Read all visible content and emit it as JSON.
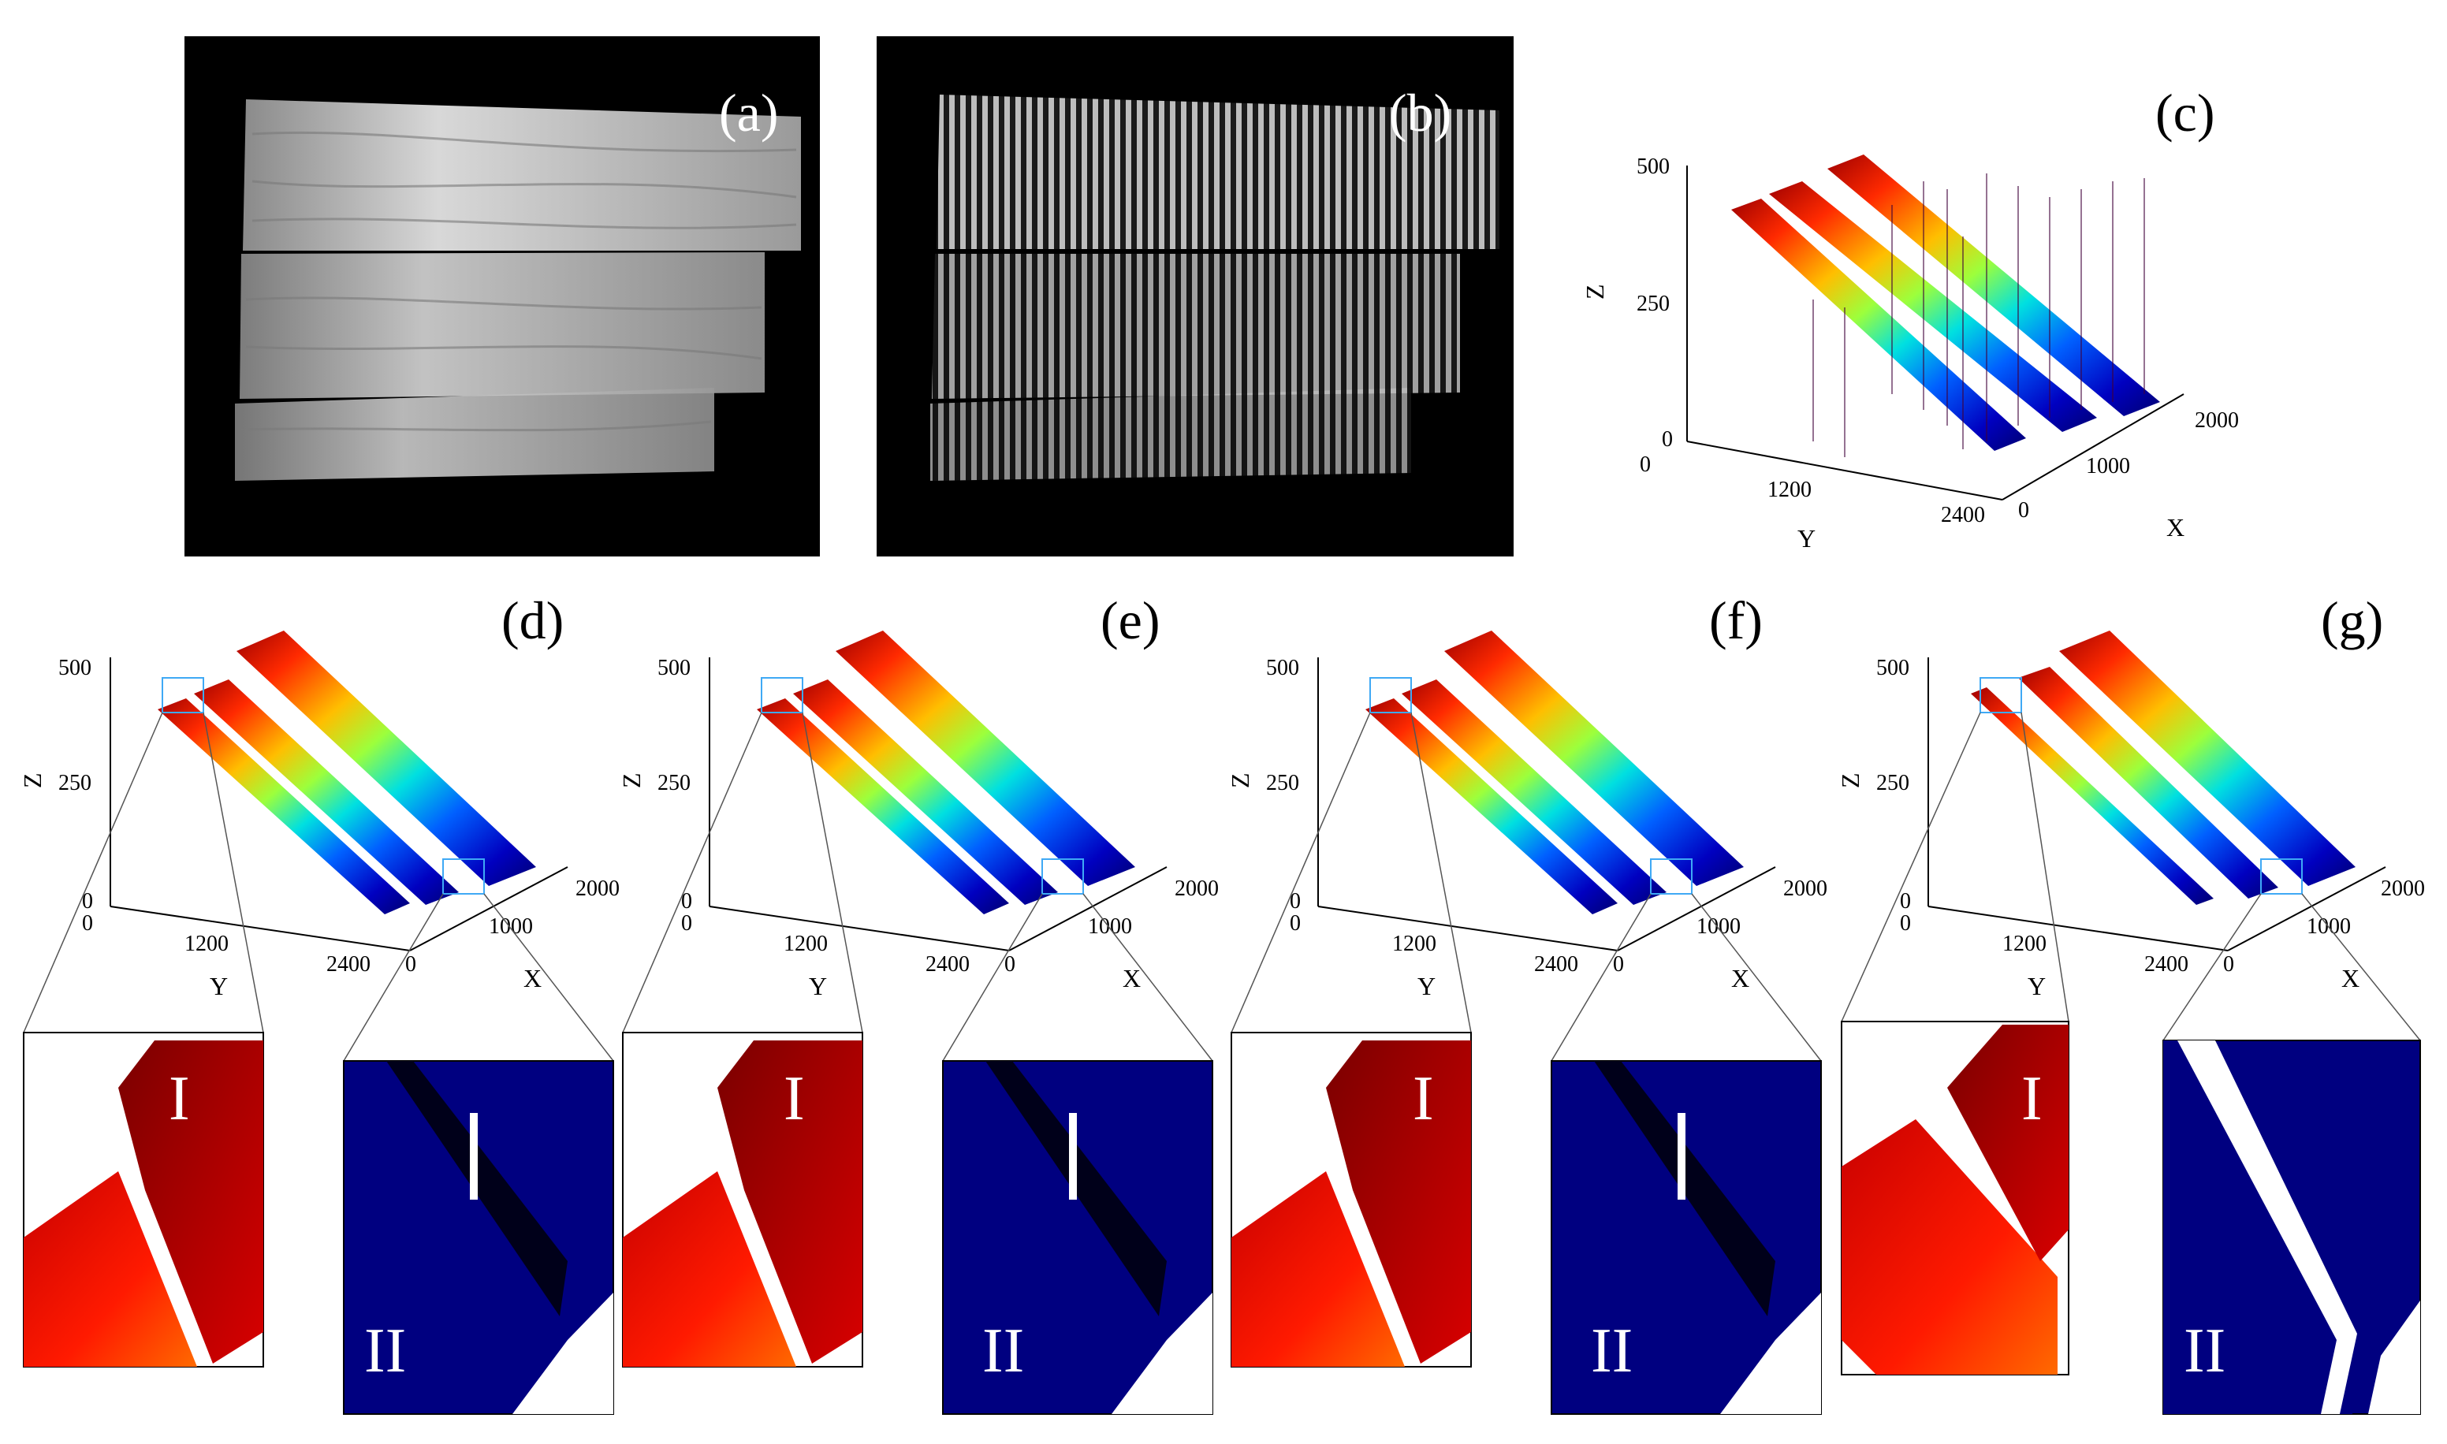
{
  "figure": {
    "panels": {
      "a": "(a)",
      "b": "(b)",
      "c": "(c)",
      "d": "(d)",
      "e": "(e)",
      "f": "(f)",
      "g": "(g)"
    },
    "axes": {
      "z_label": "Z",
      "y_label": "Y",
      "x_label": "X",
      "z_ticks": [
        "0",
        "250",
        "500"
      ],
      "y_ticks": [
        "0",
        "1200",
        "2400"
      ],
      "x_ticks": [
        "0",
        "1000",
        "2000"
      ]
    },
    "insets": {
      "first": "I",
      "second": "II"
    }
  },
  "colors": {
    "photo_bg": "#000000",
    "red": "#b00000",
    "dark_red": "#6a0000",
    "navy": "#000080",
    "inset_box": "#3fa9f5"
  }
}
